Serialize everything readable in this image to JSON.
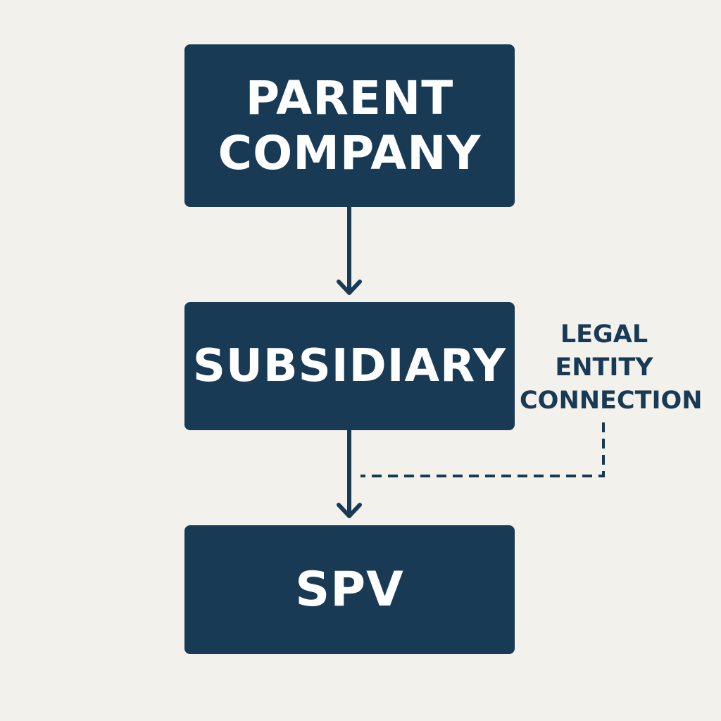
{
  "colors": {
    "background": "#f3f1ec",
    "box_fill": "#193a55",
    "box_text": "#ffffff",
    "line": "#193a55",
    "note_text": "#193a55"
  },
  "nodes": {
    "parent": {
      "line1": "PARENT",
      "line2": "COMPANY"
    },
    "subsidiary": {
      "label": "SUBSIDIARY"
    },
    "spv": {
      "label": "SPV"
    }
  },
  "annotation": {
    "line1": "LEGAL",
    "line2": "ENTITY",
    "line3": "CONNECTION"
  },
  "edges": [
    {
      "from": "parent",
      "to": "subsidiary",
      "style": "solid-arrow"
    },
    {
      "from": "subsidiary",
      "to": "spv",
      "style": "solid-arrow"
    },
    {
      "from": "annotation",
      "to": "subsidiary-spv-link",
      "style": "dashed"
    }
  ]
}
